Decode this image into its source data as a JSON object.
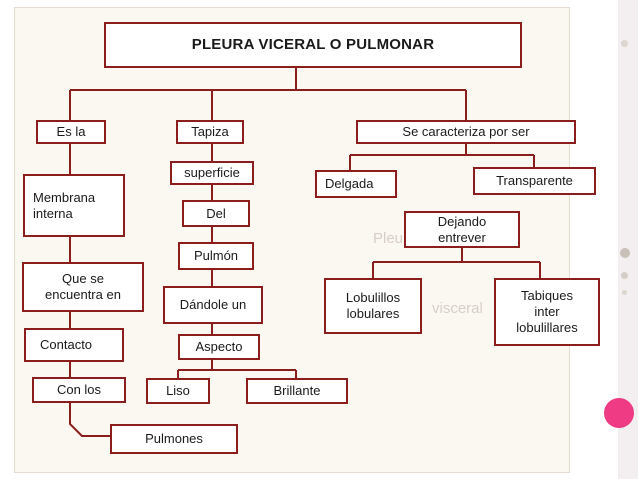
{
  "theme": {
    "border": "#8b1d1d",
    "line": "#8b1d1d",
    "accent_pink": "#ee3b83",
    "grey_dot": "#c9c0b8"
  },
  "background": {
    "watermark_1": "Pleu",
    "watermark_2": "visceral"
  },
  "title": "PLEURA VICERAL O PULMONAR",
  "nodes": {
    "es_la": "Es la",
    "tapiza": "Tapiza",
    "caracteriza": "Se caracteriza por ser",
    "membrana": "Membrana\ninterna",
    "superficie": "superficie",
    "delgada": "Delgada",
    "transparente": "Transparente",
    "del": "Del",
    "dejando": "Dejando\nentrever",
    "pulmon": "Pulmón",
    "que_se": "Que se\nencuentra en",
    "dandole": "Dándole un",
    "lobulillos": "Lobulillos\nlobulares",
    "tabiques": "Tabiques\ninter\nlobulillares",
    "contacto": "Contacto",
    "aspecto": "Aspecto",
    "con_los": "Con los",
    "liso": "Liso",
    "brillante": "Brillante",
    "pulmones": "Pulmones"
  }
}
